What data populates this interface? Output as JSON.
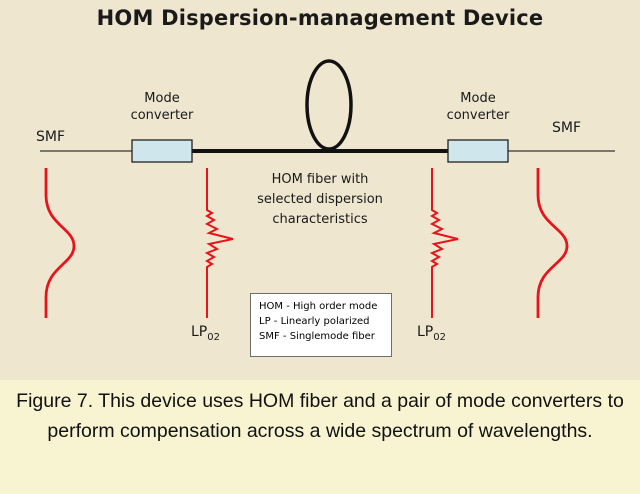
{
  "title": "HOM Dispersion-management Device",
  "left_fiber_label": "SMF",
  "right_fiber_label": "SMF",
  "left_converter": {
    "line1": "Mode",
    "line2": "converter"
  },
  "right_converter": {
    "line1": "Mode",
    "line2": "converter"
  },
  "hom_fiber": {
    "line1": "HOM fiber with",
    "line2": "selected dispersion",
    "line3": "characteristics"
  },
  "lp_left": {
    "base": "LP",
    "sub": "02"
  },
  "lp_right": {
    "base": "LP",
    "sub": "02"
  },
  "legend": [
    "HOM - High order mode",
    "LP - Linearly polarized",
    "SMF - Singlemode fiber"
  ],
  "caption": "Figure 7. This device uses HOM fiber and a pair of mode converters to perform compensation across a wide spectrum of wavelengths.",
  "colors": {
    "diagram_background": "#efe6d0",
    "caption_background": "#f8f4d2",
    "converter_fill": "#cfe6ec",
    "mode_profile": "#e8141b",
    "fiber_line": "#111111"
  }
}
